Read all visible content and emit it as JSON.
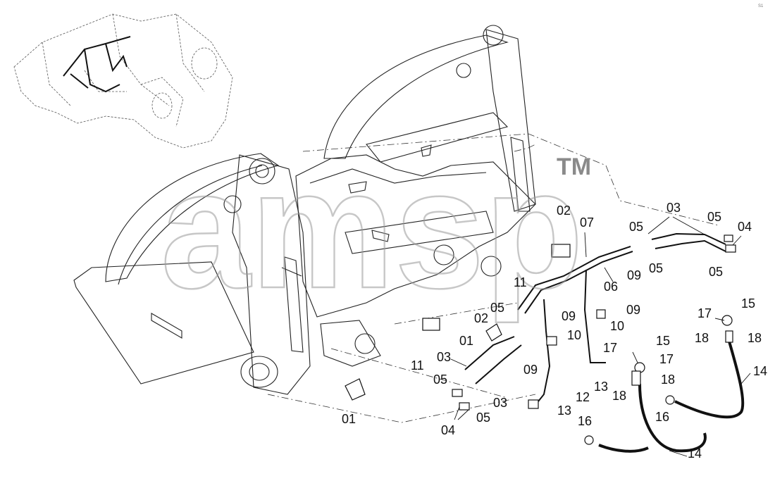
{
  "watermark": {
    "text": "amsp",
    "trademark": "TM",
    "color": "#9a9a9a"
  },
  "corner_mark": "S1",
  "parts": [
    {
      "id": "label-01-a",
      "text": "01"
    },
    {
      "id": "label-01-b",
      "text": "01"
    },
    {
      "id": "label-02-a",
      "text": "02"
    },
    {
      "id": "label-02-b",
      "text": "02"
    },
    {
      "id": "label-03-a",
      "text": "03"
    },
    {
      "id": "label-03-b",
      "text": "03"
    },
    {
      "id": "label-03-c",
      "text": "03"
    },
    {
      "id": "label-04-a",
      "text": "04"
    },
    {
      "id": "label-04-b",
      "text": "04"
    },
    {
      "id": "label-05-a",
      "text": "05"
    },
    {
      "id": "label-05-b",
      "text": "05"
    },
    {
      "id": "label-05-c",
      "text": "05"
    },
    {
      "id": "label-05-d",
      "text": "05"
    },
    {
      "id": "label-05-e",
      "text": "05"
    },
    {
      "id": "label-05-f",
      "text": "05"
    },
    {
      "id": "label-05-g",
      "text": "05"
    },
    {
      "id": "label-06",
      "text": "06"
    },
    {
      "id": "label-07",
      "text": "07"
    },
    {
      "id": "label-09-a",
      "text": "09"
    },
    {
      "id": "label-09-b",
      "text": "09"
    },
    {
      "id": "label-09-c",
      "text": "09"
    },
    {
      "id": "label-09-d",
      "text": "09"
    },
    {
      "id": "label-10-a",
      "text": "10"
    },
    {
      "id": "label-10-b",
      "text": "10"
    },
    {
      "id": "label-11-a",
      "text": "11"
    },
    {
      "id": "label-11-b",
      "text": "11"
    },
    {
      "id": "label-12",
      "text": "12"
    },
    {
      "id": "label-13-a",
      "text": "13"
    },
    {
      "id": "label-13-b",
      "text": "13"
    },
    {
      "id": "label-14-a",
      "text": "14"
    },
    {
      "id": "label-14-b",
      "text": "14"
    },
    {
      "id": "label-15-a",
      "text": "15"
    },
    {
      "id": "label-15-b",
      "text": "15"
    },
    {
      "id": "label-16-a",
      "text": "16"
    },
    {
      "id": "label-16-b",
      "text": "16"
    },
    {
      "id": "label-17-a",
      "text": "17"
    },
    {
      "id": "label-17-b",
      "text": "17"
    },
    {
      "id": "label-17-c",
      "text": "17"
    },
    {
      "id": "label-18-a",
      "text": "18"
    },
    {
      "id": "label-18-b",
      "text": "18"
    },
    {
      "id": "label-18-c",
      "text": "18"
    },
    {
      "id": "label-18-d",
      "text": "18"
    }
  ]
}
